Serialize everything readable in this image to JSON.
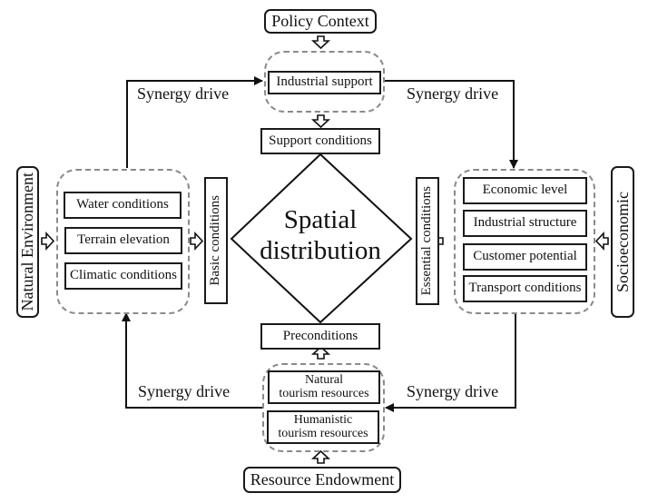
{
  "diagram": {
    "center": {
      "line1": "Spatial",
      "line2": "distribution"
    },
    "sources": {
      "top": "Policy Context",
      "left": "Natural Environment",
      "right": "Socioeconomic",
      "bottom": "Resource Endowment"
    },
    "groups": {
      "top": {
        "items": [
          "Industrial support"
        ]
      },
      "left": {
        "items": [
          "Water conditions",
          "Terrain elevation",
          "Climatic conditions"
        ]
      },
      "right": {
        "items": [
          "Economic level",
          "Industrial structure",
          "Customer potential",
          "Transport conditions"
        ]
      },
      "bottom": {
        "items": [
          {
            "line1": "Natural",
            "line2": "tourism resources"
          },
          {
            "line1": "Humanistic",
            "line2": "tourism resources"
          }
        ]
      }
    },
    "conditions": {
      "top": "Support conditions",
      "left": "Basic conditions",
      "right": "Essential conditions",
      "bottom": "Preconditions"
    },
    "edge_labels": {
      "top_left": "Synergy drive",
      "top_right": "Synergy drive",
      "bottom_left": "Synergy drive",
      "bottom_right": "Synergy drive"
    }
  }
}
